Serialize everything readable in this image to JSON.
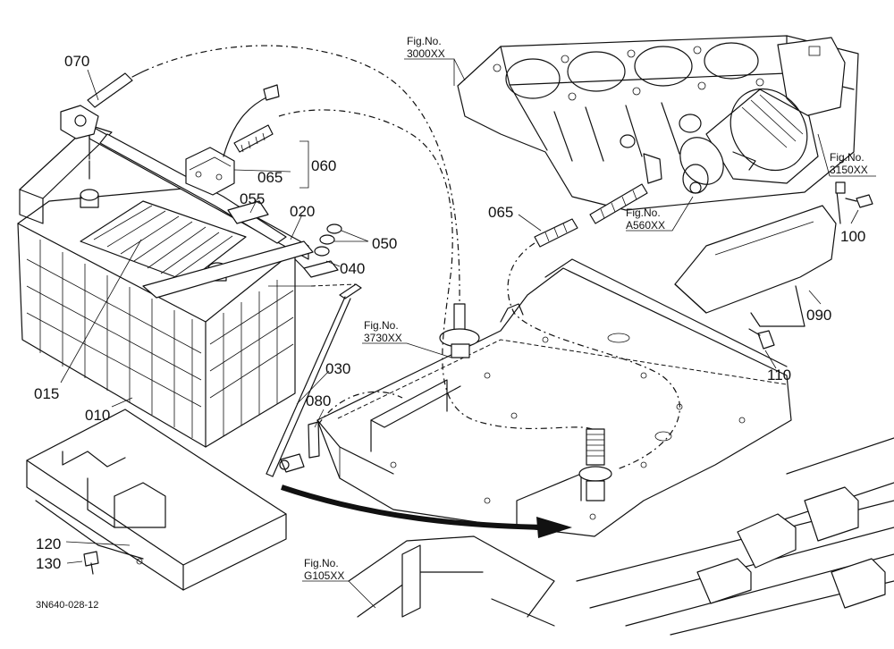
{
  "diagram": {
    "part_labels": {
      "p070": "070",
      "p060": "060",
      "p065a": "065",
      "p055": "055",
      "p020": "020",
      "p050": "050",
      "p040": "040",
      "p015": "015",
      "p010": "010",
      "p030": "030",
      "p080": "080",
      "p065b": "065",
      "p100": "100",
      "p090": "090",
      "p110": "110",
      "p120": "120",
      "p130": "130"
    },
    "figure_refs": {
      "f3000": {
        "line1": "Fig.No.",
        "line2": "3000XX"
      },
      "f3150": {
        "line1": "Fig.No.",
        "line2": "3150XX"
      },
      "fA560": {
        "line1": "Fig.No.",
        "line2": "A560XX"
      },
      "f3730": {
        "line1": "Fig.No.",
        "line2": "3730XX"
      },
      "fG105": {
        "line1": "Fig.No.",
        "line2": "G105XX"
      }
    },
    "drawing_code": "3N640-028-12"
  }
}
